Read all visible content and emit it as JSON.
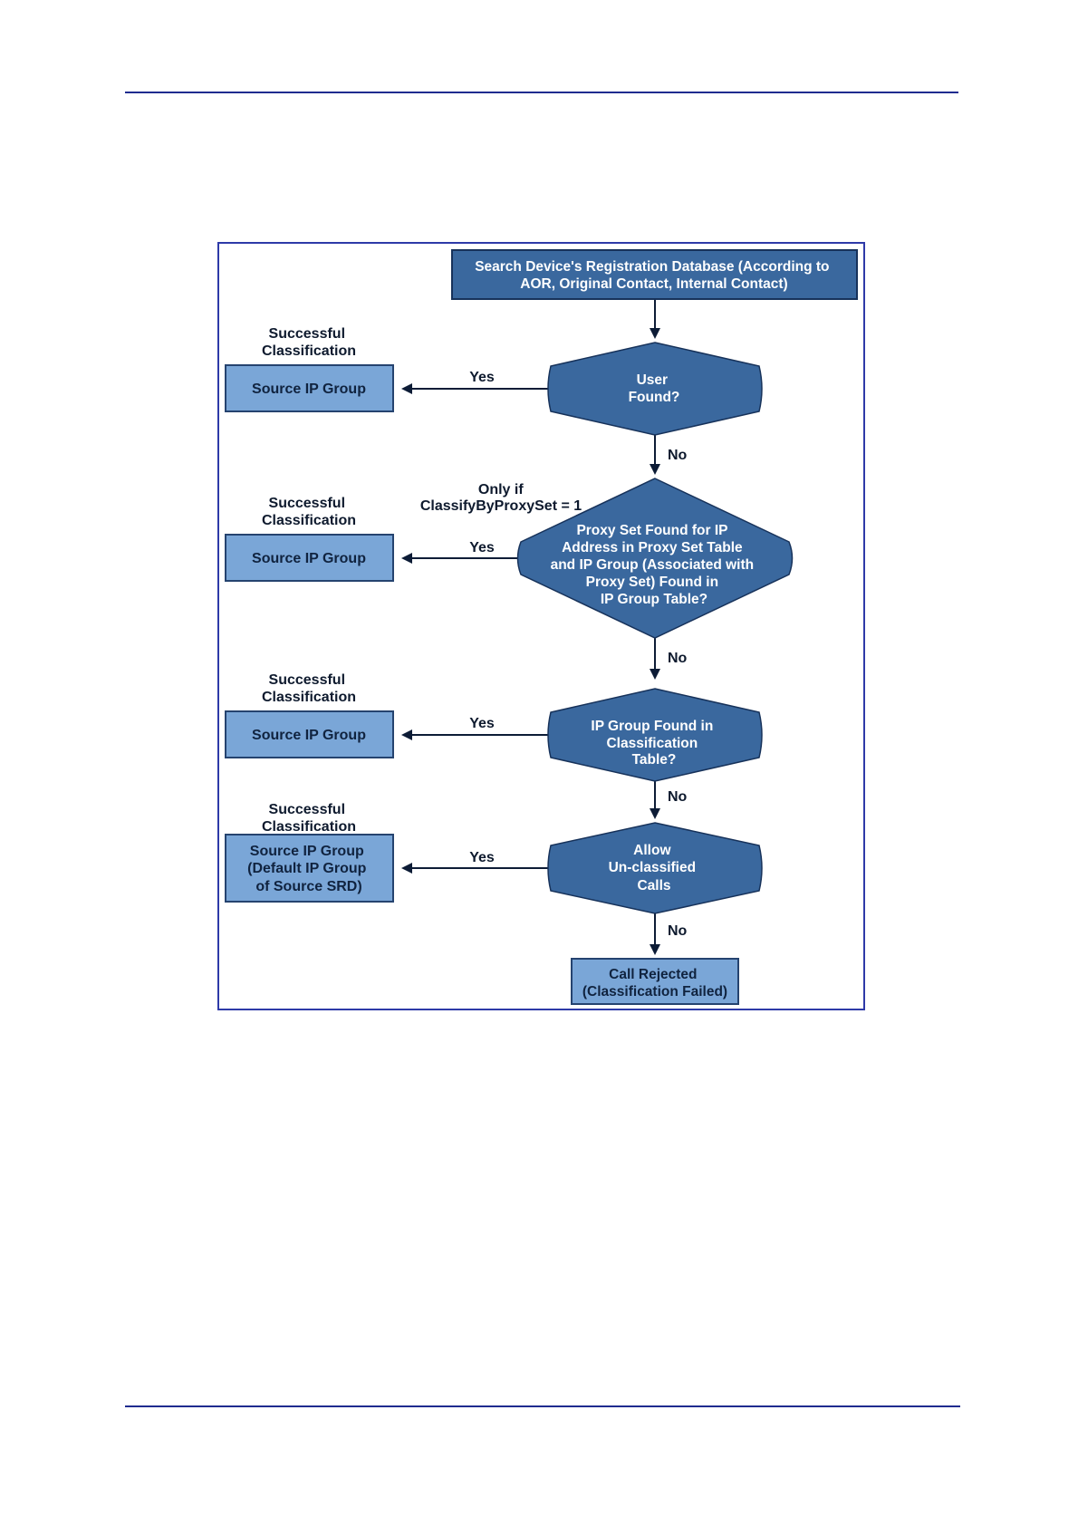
{
  "diagram": {
    "start_box": {
      "lines": [
        "Search Device's Registration Database (According to",
        "AOR, Original Contact, Internal Contact)"
      ]
    },
    "decision_user_found": {
      "lines": [
        "User",
        "Found?"
      ]
    },
    "decision_proxy_set": {
      "lines": [
        "Proxy Set Found for IP",
        "Address in Proxy Set Table",
        "and IP Group (Associated with",
        "Proxy Set) Found in",
        "IP Group Table?"
      ]
    },
    "proxy_condition": {
      "lines": [
        "Only if",
        "ClassifyByProxySet = 1"
      ]
    },
    "decision_classification_table": {
      "lines": [
        "IP Group Found in",
        "Classification",
        "Table?"
      ]
    },
    "decision_allow_unclassified": {
      "lines": [
        "Allow",
        "Un-classified",
        "Calls"
      ]
    },
    "reject_box": {
      "lines": [
        "Call Rejected",
        "(Classification Failed)"
      ]
    },
    "result_boxes": [
      {
        "heading": [
          "Successful",
          "Classification"
        ],
        "lines": [
          "Source IP Group"
        ]
      },
      {
        "heading": [
          "Successful",
          "Classification"
        ],
        "lines": [
          "Source IP Group"
        ]
      },
      {
        "heading": [
          "Successful",
          "Classification"
        ],
        "lines": [
          "Source IP Group"
        ]
      },
      {
        "heading": [
          "Successful",
          "Classification"
        ],
        "lines": [
          "Source IP Group",
          "(Default IP Group",
          "of Source SRD)"
        ]
      }
    ],
    "edge_labels": {
      "yes": "Yes",
      "no": "No"
    }
  },
  "colors": {
    "rule": "#1f2b8f",
    "frame": "#2e3aa8",
    "dark_fill": "#3a689e",
    "dark_stroke": "#17325a",
    "light_fill": "#7aa6d7",
    "light_stroke": "#25436f",
    "arrow": "#0d1c36"
  }
}
